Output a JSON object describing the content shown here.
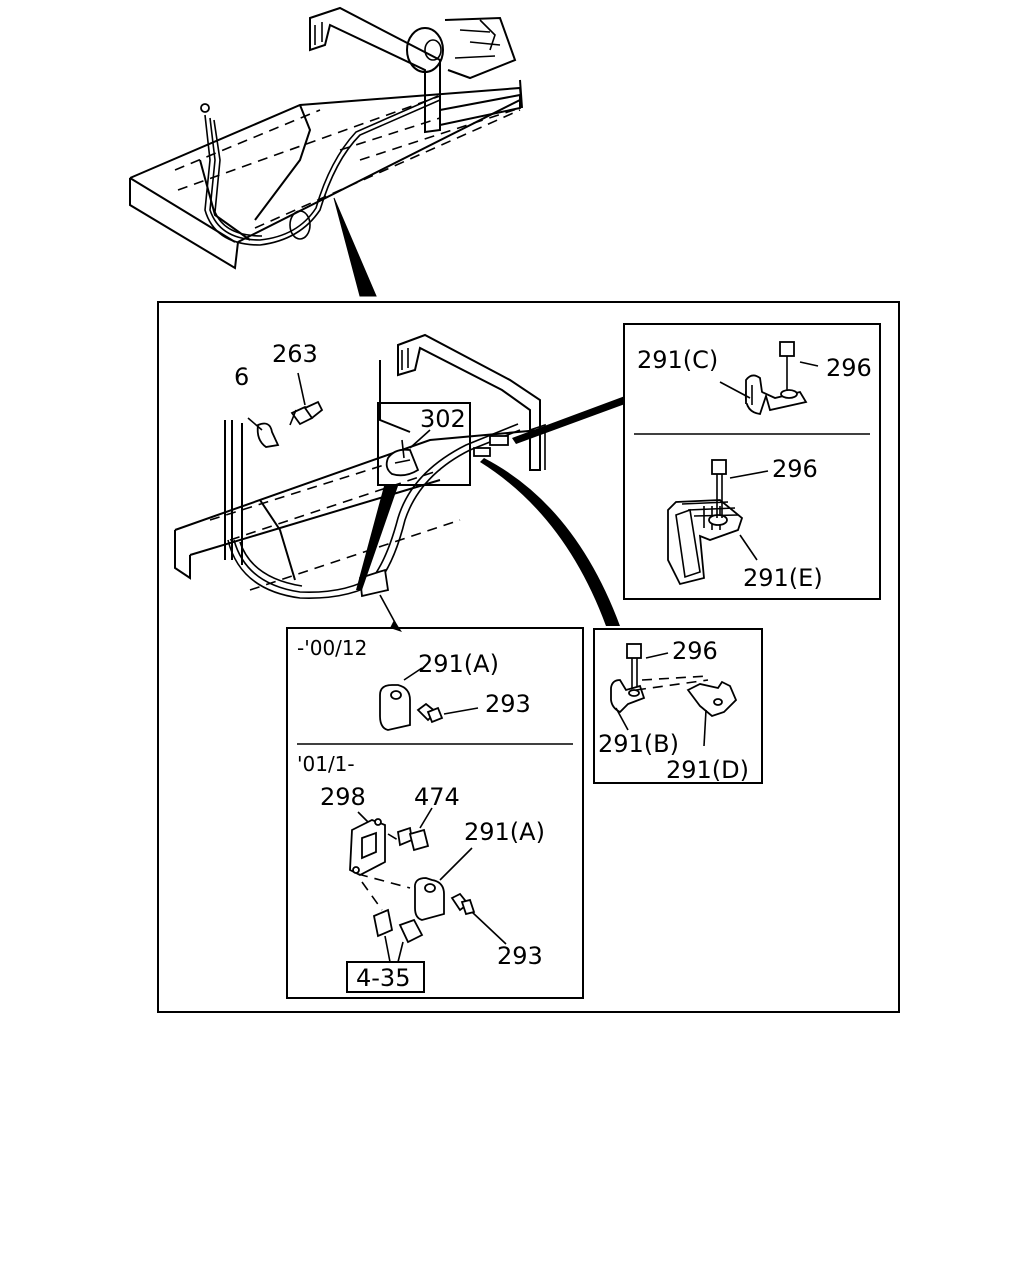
{
  "labels": {
    "p263": "263",
    "p6": "6",
    "p302": "302",
    "p291c": "291(C)",
    "p296_c": "296",
    "p296_e": "296",
    "p291e": "291(E)",
    "date_old": "-'00/12",
    "p291a_old": "291(A)",
    "p293_old": "293",
    "date_new": "'01/1-",
    "p298": "298",
    "p474": "474",
    "p291a_new": "291(A)",
    "p293_new": "293",
    "ref_435": "4-35",
    "p296_b": "296",
    "p291b": "291(B)",
    "p291d": "291(D)"
  }
}
